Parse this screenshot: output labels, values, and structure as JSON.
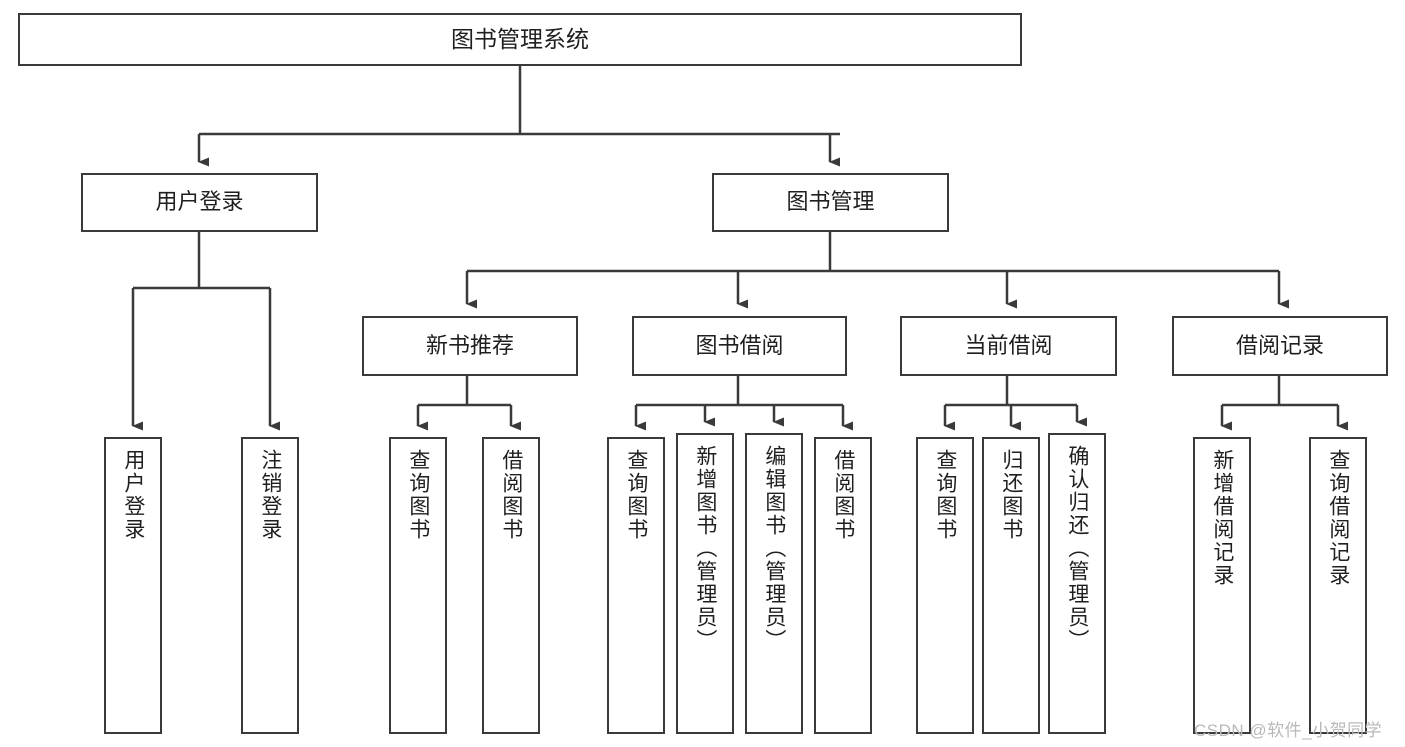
{
  "diagram": {
    "title": "图书管理系统",
    "type": "hierarchy-tree",
    "background_color": "#ffffff",
    "border_color": "#3a3a3a",
    "text_color": "#1f1f1f",
    "watermark": "CSDN @软件_小贺同学",
    "watermark_color": "#b9b9b9"
  },
  "nodes": {
    "root": {
      "label": "图书管理系统"
    },
    "level2": [
      {
        "label": "用户登录"
      },
      {
        "label": "图书管理"
      }
    ],
    "level3": [
      {
        "label": "新书推荐"
      },
      {
        "label": "图书借阅"
      },
      {
        "label": "当前借阅"
      },
      {
        "label": "借阅记录"
      }
    ],
    "leaves": {
      "user_login": [
        {
          "label": "用户登录"
        },
        {
          "label": "注销登录"
        }
      ],
      "new_book_recommend": [
        {
          "label": "查询图书"
        },
        {
          "label": "借阅图书"
        }
      ],
      "book_borrow": [
        {
          "label": "查询图书"
        },
        {
          "label": "新增图书（管理员）"
        },
        {
          "label": "编辑图书（管理员）"
        },
        {
          "label": "借阅图书"
        }
      ],
      "current_borrow": [
        {
          "label": "查询图书"
        },
        {
          "label": "归还图书"
        },
        {
          "label": "确认归还（管理员）"
        }
      ],
      "borrow_record": [
        {
          "label": "新增借阅记录"
        },
        {
          "label": "查询借阅记录"
        }
      ]
    }
  }
}
